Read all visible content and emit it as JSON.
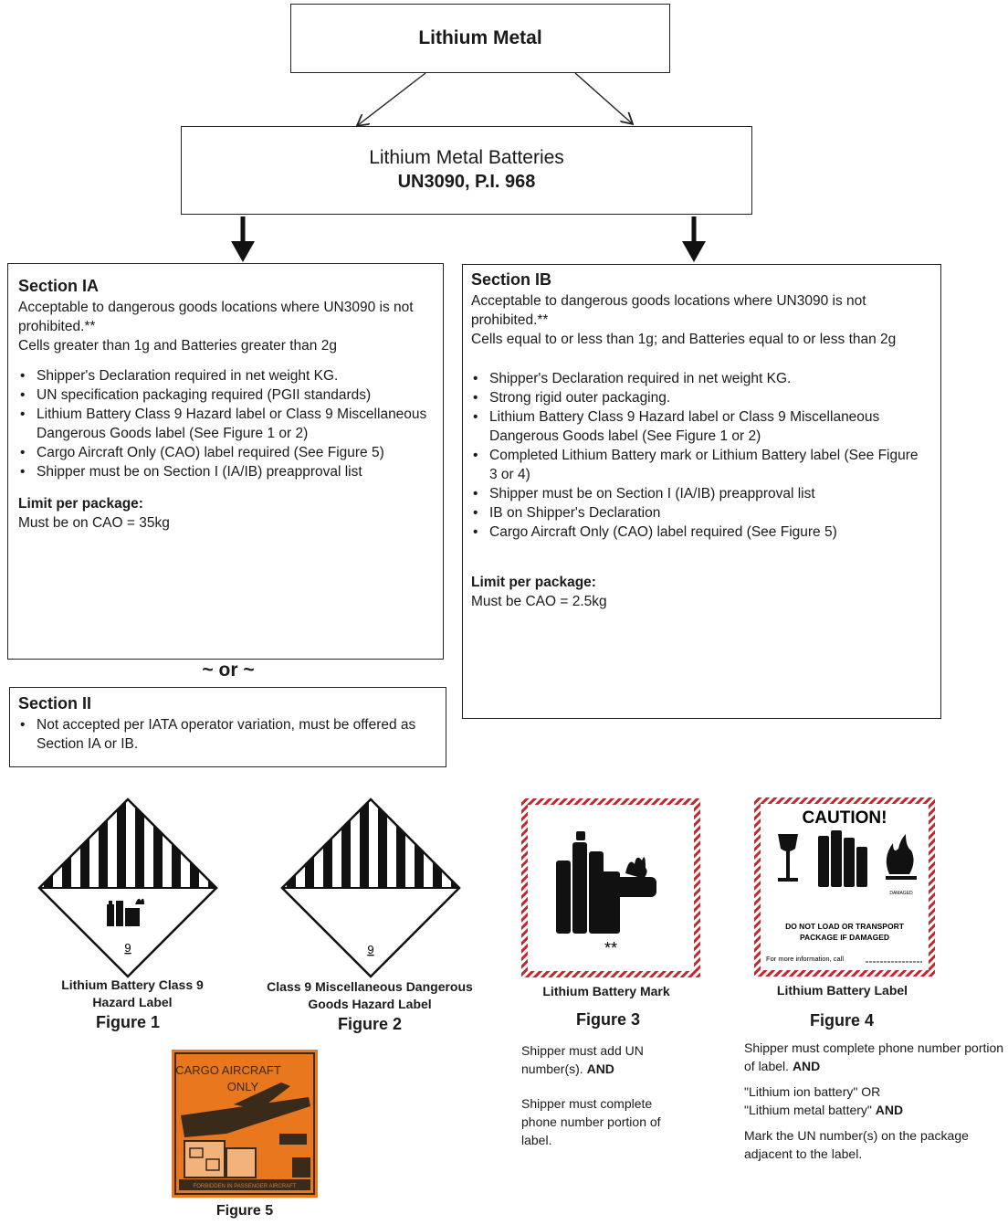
{
  "top": {
    "title": "Lithium Metal"
  },
  "mid": {
    "line1": "Lithium Metal Batteries",
    "line2": "UN3090, P.I. 968"
  },
  "sectionIA": {
    "title": "Section IA",
    "desc": [
      "Acceptable to dangerous goods locations where UN3090 is not prohibited.**",
      "Cells greater than 1g and Batteries greater than 2g"
    ],
    "bullets": [
      "Shipper's Declaration required in net weight KG.",
      "UN specification packaging required (PGII standards)",
      "Lithium Battery Class 9 Hazard label or Class 9 Miscellaneous Dangerous Goods label (See Figure 1 or 2)",
      "Cargo Aircraft Only (CAO) label required (See Figure 5)",
      "Shipper must be on Section I (IA/IB) preapproval list"
    ],
    "limit_title": "Limit per package:",
    "limit_value": "Must be on CAO = 35kg"
  },
  "or_text": "~ or ~",
  "sectionII": {
    "title": "Section II",
    "bullet": "Not accepted per IATA operator variation, must be offered as Section IA or IB."
  },
  "sectionIB": {
    "title": "Section IB",
    "desc": [
      "Acceptable to dangerous goods locations where UN3090 is not prohibited.**",
      "Cells equal to or less than 1g; and Batteries equal to or less than 2g"
    ],
    "bullets": [
      "Shipper's Declaration required in net weight KG.",
      "Strong rigid outer packaging.",
      "Lithium Battery Class 9 Hazard label or Class 9 Miscellaneous Dangerous Goods label (See Figure 1 or 2)",
      "Completed Lithium Battery mark or Lithium Battery label (See Figure 3 or 4)",
      "Shipper must be on Section I (IA/IB) preapproval list",
      "IB on Shipper's Declaration",
      "Cargo Aircraft Only (CAO) label required (See Figure 5)"
    ],
    "limit_title": "Limit per package:",
    "limit_value": "Must be CAO =  2.5kg"
  },
  "figures": {
    "f1": {
      "caption1": "Lithium Battery Class 9",
      "caption2": "Hazard Label",
      "label": "Figure 1",
      "class_num": "9"
    },
    "f2": {
      "caption1": "Class 9 Miscellaneous Dangerous",
      "caption2": "Goods Hazard Label",
      "label": "Figure 2",
      "class_num": "9"
    },
    "f3": {
      "caption": "Lithium Battery Mark",
      "label": "Figure 3",
      "stars": "**",
      "note1a": "Shipper must add UN",
      "note1b": "number(s).",
      "note1c": "AND",
      "note2": "Shipper must complete phone number portion of label."
    },
    "f4": {
      "caption": "Lithium Battery  Label",
      "label": "Figure 4",
      "caution": "CAUTION!",
      "damaged": "DAMAGED",
      "dnl1": "DO NOT LOAD OR TRANSPORT",
      "dnl2": "PACKAGE IF DAMAGED",
      "info": "For more information, call",
      "note1a": "Shipper must complete phone number portion of label.",
      "note1b": "AND",
      "note2a": "\"Lithium ion battery\" OR",
      "note2b": "\"Lithium metal battery\"",
      "note2c": "AND",
      "note3": "Mark the UN number(s) on the package adjacent to the label."
    },
    "f5": {
      "label": "Figure 5",
      "cao1": "CARGO  AIRCRAFT",
      "cao2": "ONLY",
      "strip": "FORBIDDEN IN PASSENGER AIRCRAFT"
    }
  },
  "colors": {
    "hatch": "#c0282d",
    "cao_orange": "#e8771e",
    "cao_dark": "#3a2a1a"
  }
}
